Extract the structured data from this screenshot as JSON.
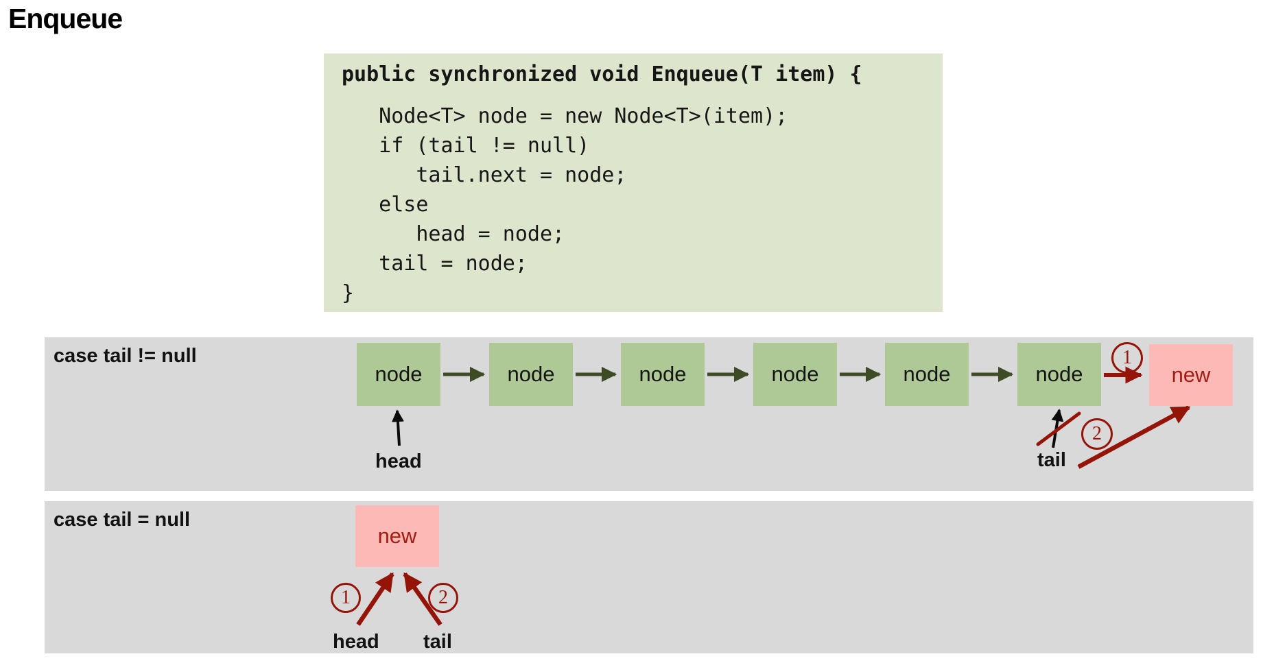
{
  "title": "Enqueue",
  "colors": {
    "section_bg": "#d9d9d9",
    "code_bg": "#dde6cd",
    "node_green": "#afc996",
    "new_pink": "#fcb9b5",
    "dark_red": "#941408",
    "arrow_green": "#3d4c24",
    "pointer_black": "#0a0a0a"
  },
  "code": {
    "lines": [
      "public synchronized void Enqueue(T item) {",
      "   Node<T> node = new Node<T>(item);",
      "   if (tail != null)",
      "      tail.next = node;",
      "   else",
      "      head = node;",
      "   tail = node;",
      "}"
    ]
  },
  "case_not_null": {
    "label": "case tail != null",
    "nodes": [
      "node",
      "node",
      "node",
      "node",
      "node",
      "node"
    ],
    "new_label": "new",
    "head_label": "head",
    "tail_label": "tail",
    "step1": "1",
    "step2": "2"
  },
  "case_null": {
    "label": "case tail = null",
    "new_label": "new",
    "head_label": "head",
    "tail_label": "tail",
    "step1": "1",
    "step2": "2"
  }
}
